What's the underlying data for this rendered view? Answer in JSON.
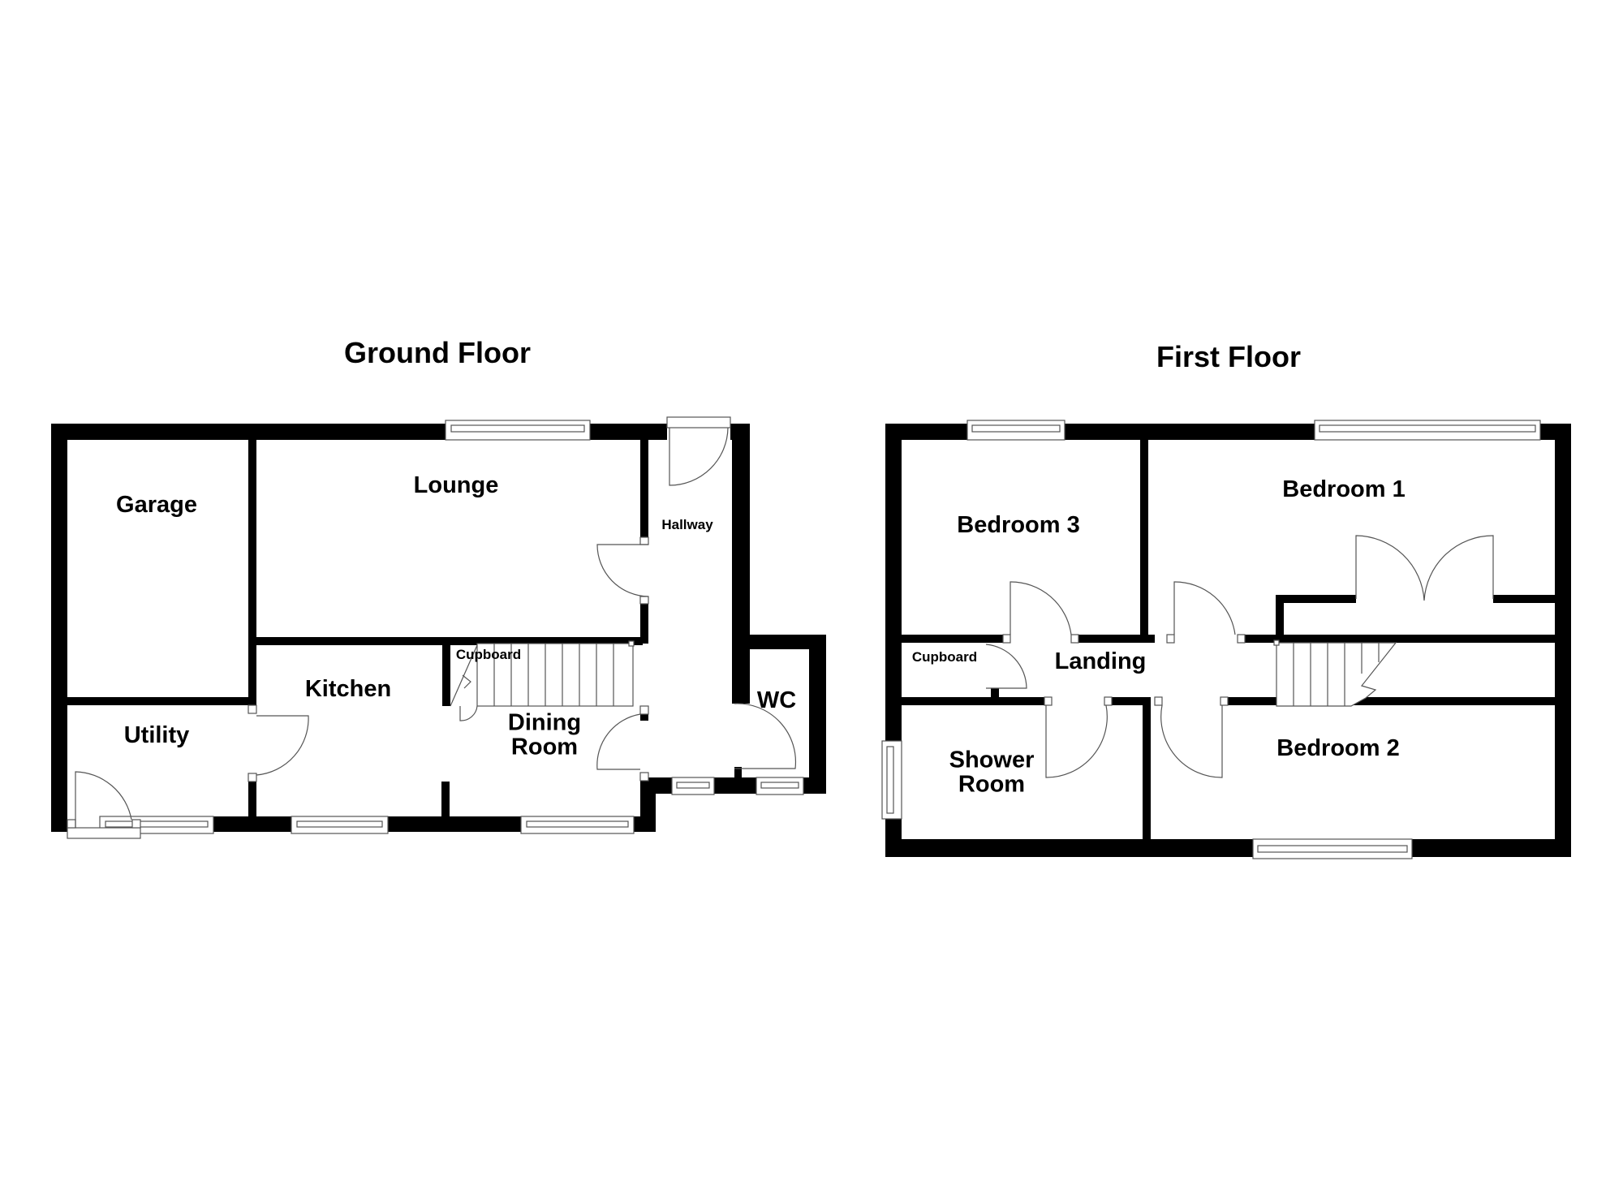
{
  "floors": [
    {
      "id": "ground",
      "title": "Ground Floor",
      "rooms": [
        {
          "name": "Garage",
          "size": "lg"
        },
        {
          "name": "Lounge",
          "size": "lg"
        },
        {
          "name": "Hallway",
          "size": "sm"
        },
        {
          "name": "Kitchen",
          "size": "lg"
        },
        {
          "name": "Cupboard",
          "size": "sm"
        },
        {
          "name": "Dining\nRoom",
          "size": "lg"
        },
        {
          "name": "Utility",
          "size": "lg"
        },
        {
          "name": "WC",
          "size": "lg"
        }
      ]
    },
    {
      "id": "first",
      "title": "First Floor",
      "rooms": [
        {
          "name": "Bedroom 3",
          "size": "lg"
        },
        {
          "name": "Bedroom 1",
          "size": "lg"
        },
        {
          "name": "Cupboard",
          "size": "sm"
        },
        {
          "name": "Landing",
          "size": "lg"
        },
        {
          "name": "Shower\nRoom",
          "size": "lg"
        },
        {
          "name": "Bedroom 2",
          "size": "lg"
        }
      ]
    }
  ],
  "colors": {
    "wall": "#000000",
    "background": "#ffffff",
    "fixture_line": "#555555"
  }
}
